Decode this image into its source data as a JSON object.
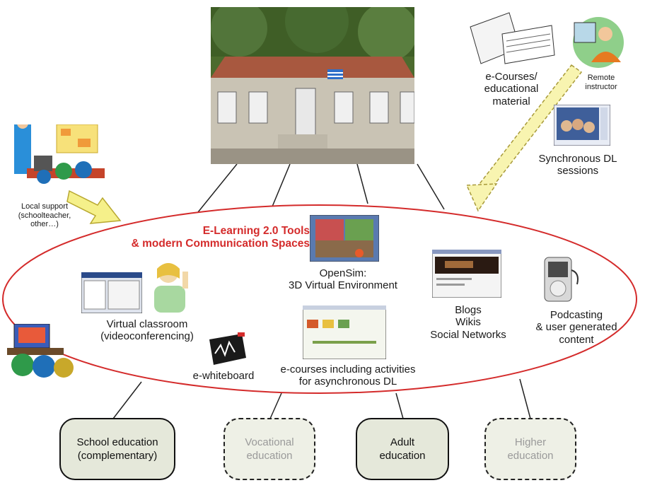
{
  "center": {
    "title_line1": "E-Learning 2.0 Tools",
    "title_line2": "& modern Communication Spaces"
  },
  "tools": {
    "opensim_line1": "OpenSim:",
    "opensim_line2": "3D Virtual Environment",
    "virtual_line1": "Virtual classroom",
    "virtual_line2": "(videoconferencing)",
    "whiteboard": "e-whiteboard",
    "ecourses_line1": "e-courses including activities",
    "ecourses_line2": "for asynchronous DL",
    "blogs_line1": "Blogs",
    "blogs_line2": "Wikis",
    "blogs_line3": "Social Networks",
    "podcast_line1": "Podcasting",
    "podcast_line2": "& user generated",
    "podcast_line3": "content"
  },
  "top_right": {
    "courses_line1": "e-Courses/",
    "courses_line2": "educational",
    "courses_line3": "material",
    "remote_line1": "Remote",
    "remote_line2": "instructor",
    "sync_line1": "Synchronous DL",
    "sync_line2": "sessions"
  },
  "left": {
    "support_line1": "Local support",
    "support_line2": "(schoolteacher,",
    "support_line3": "other…)"
  },
  "bottom_boxes": [
    {
      "line1": "School education",
      "line2": "(complementary)",
      "style": "solid"
    },
    {
      "line1": "Vocational",
      "line2": "education",
      "style": "dashed"
    },
    {
      "line1": "Adult",
      "line2": "education",
      "style": "solid"
    },
    {
      "line1": "Higher",
      "line2": "education",
      "style": "dashed"
    }
  ],
  "colors": {
    "ellipse": "#d42b2b",
    "title": "#d42b2b",
    "arrow_fill": "#f5f08a",
    "box_fill": "#e5e8da"
  }
}
